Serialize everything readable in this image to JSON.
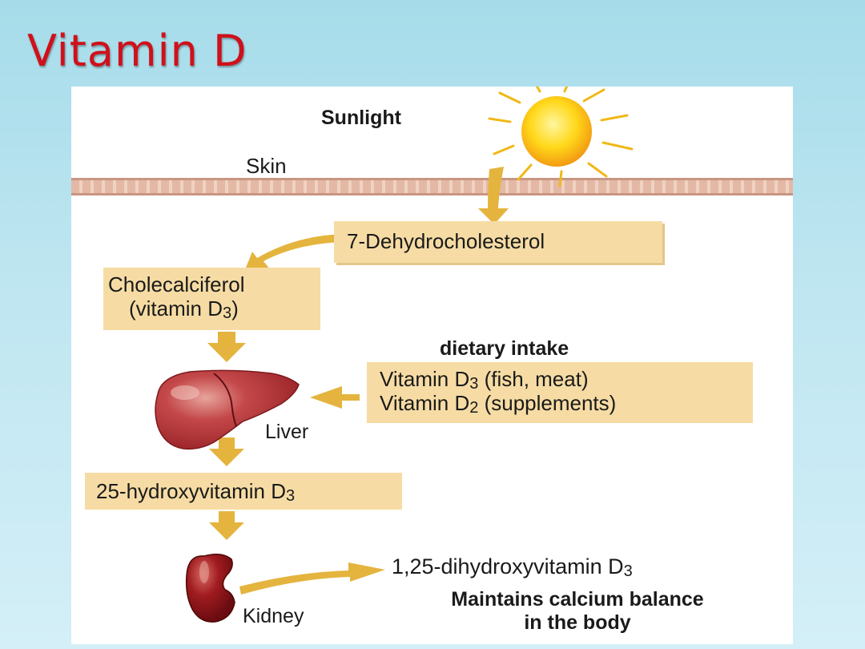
{
  "title": "Vitamin D",
  "labels": {
    "sunlight": "Sunlight",
    "skin": "Skin",
    "dehydro": "7-Dehydrocholesterol",
    "chole_line1": "Cholecalciferol",
    "chole_line2_prefix": "(vitamin D",
    "chole_line2_sub": "3",
    "chole_line2_suffix": ")",
    "dietary": "dietary intake",
    "diet1_prefix": "Vitamin D",
    "diet1_sub": "3",
    "diet1_suffix": " (fish, meat)",
    "diet2_prefix": "Vitamin D",
    "diet2_sub": "2",
    "diet2_suffix": " (supplements)",
    "liver": "Liver",
    "hydroxy_prefix": "25-hydroxyvitamin D",
    "hydroxy_sub": "3",
    "kidney": "Kidney",
    "dihydroxy_prefix": "1,25-dihydroxyvitamin D",
    "dihydroxy_sub": "3",
    "maintains_line1": "Maintains calcium balance",
    "maintains_line2": "in the body"
  },
  "colors": {
    "title": "#d0101a",
    "arrow": "#e4b43e",
    "box": "#f6dca4",
    "liver": "#b3363a",
    "kidney": "#8c1418",
    "sun": "#ffd21a"
  }
}
